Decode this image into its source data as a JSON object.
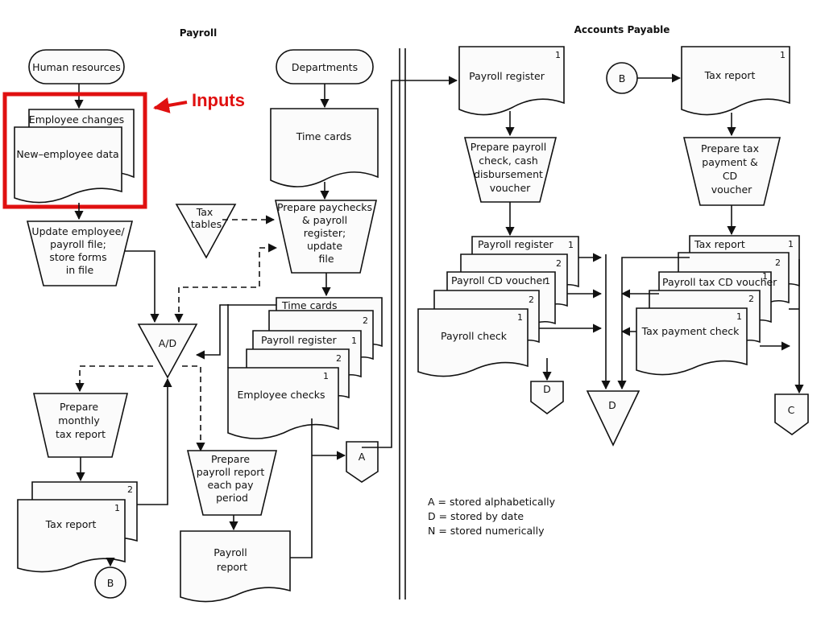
{
  "titles": {
    "payroll": "Payroll",
    "accounts_payable": "Accounts Payable"
  },
  "callout": {
    "text": "Inputs",
    "color": "#e01010"
  },
  "payroll": {
    "human_resources": "Human resources",
    "employee_changes": "Employee changes",
    "new_employee_data": "New–employee data",
    "update_file": [
      "Update employee/",
      "payroll file;",
      "store forms",
      "in file"
    ],
    "departments": "Departments",
    "time_cards": "Time cards",
    "tax_tables": [
      "Tax",
      "tables"
    ],
    "prepare_paychecks": [
      "Prepare paychecks",
      "& payroll",
      "register;",
      "update",
      "file"
    ],
    "ad_file": "A/D",
    "out_time_cards": "Time cards",
    "out_time_cards_num": "2",
    "out_payroll_register": "Payroll register",
    "out_payroll_register_num": "1",
    "out_copy2_num": "2",
    "employee_checks": "Employee checks",
    "employee_checks_num": "1",
    "file_a": "A",
    "prepare_monthly": [
      "Prepare",
      "monthly",
      "tax report"
    ],
    "tax_report_copy_num": "2",
    "tax_report": "Tax report",
    "tax_report_num": "1",
    "connector_b": "B",
    "prepare_payroll_report": [
      "Prepare",
      "payroll report",
      "each pay",
      "period"
    ],
    "payroll_report": [
      "Payroll",
      "report"
    ]
  },
  "accounts_payable": {
    "payroll_register": "Payroll register",
    "payroll_register_num": "1",
    "prepare_payroll_check": [
      "Prepare payroll",
      "check, cash",
      "disbursement",
      "voucher"
    ],
    "out_payroll_register": "Payroll register",
    "out_payroll_register_num": "1",
    "out_copy2_num": "2",
    "payroll_cd_voucher": "Payroll CD voucher",
    "payroll_cd_voucher_num": "1",
    "out_copy2b_num": "2",
    "payroll_check": "Payroll check",
    "payroll_check_num": "1",
    "file_d1": "D",
    "file_d2": "D",
    "connector_b": "B",
    "tax_report": "Tax report",
    "tax_report_num": "1",
    "prepare_tax_payment": [
      "Prepare tax",
      "payment &",
      "CD",
      "voucher"
    ],
    "out_tax_report": "Tax report",
    "out_tax_report_num": "1",
    "out_copy2_tax_num": "2",
    "payroll_tax_cd_voucher": "Payroll tax CD voucher",
    "payroll_tax_cd_voucher_num": "1",
    "out_copy2c_num": "2",
    "tax_payment_check": "Tax payment check",
    "tax_payment_check_num": "1",
    "file_c": "C"
  },
  "legend": [
    "A = stored alphabetically",
    "D = stored by date",
    "N = stored numerically"
  ]
}
